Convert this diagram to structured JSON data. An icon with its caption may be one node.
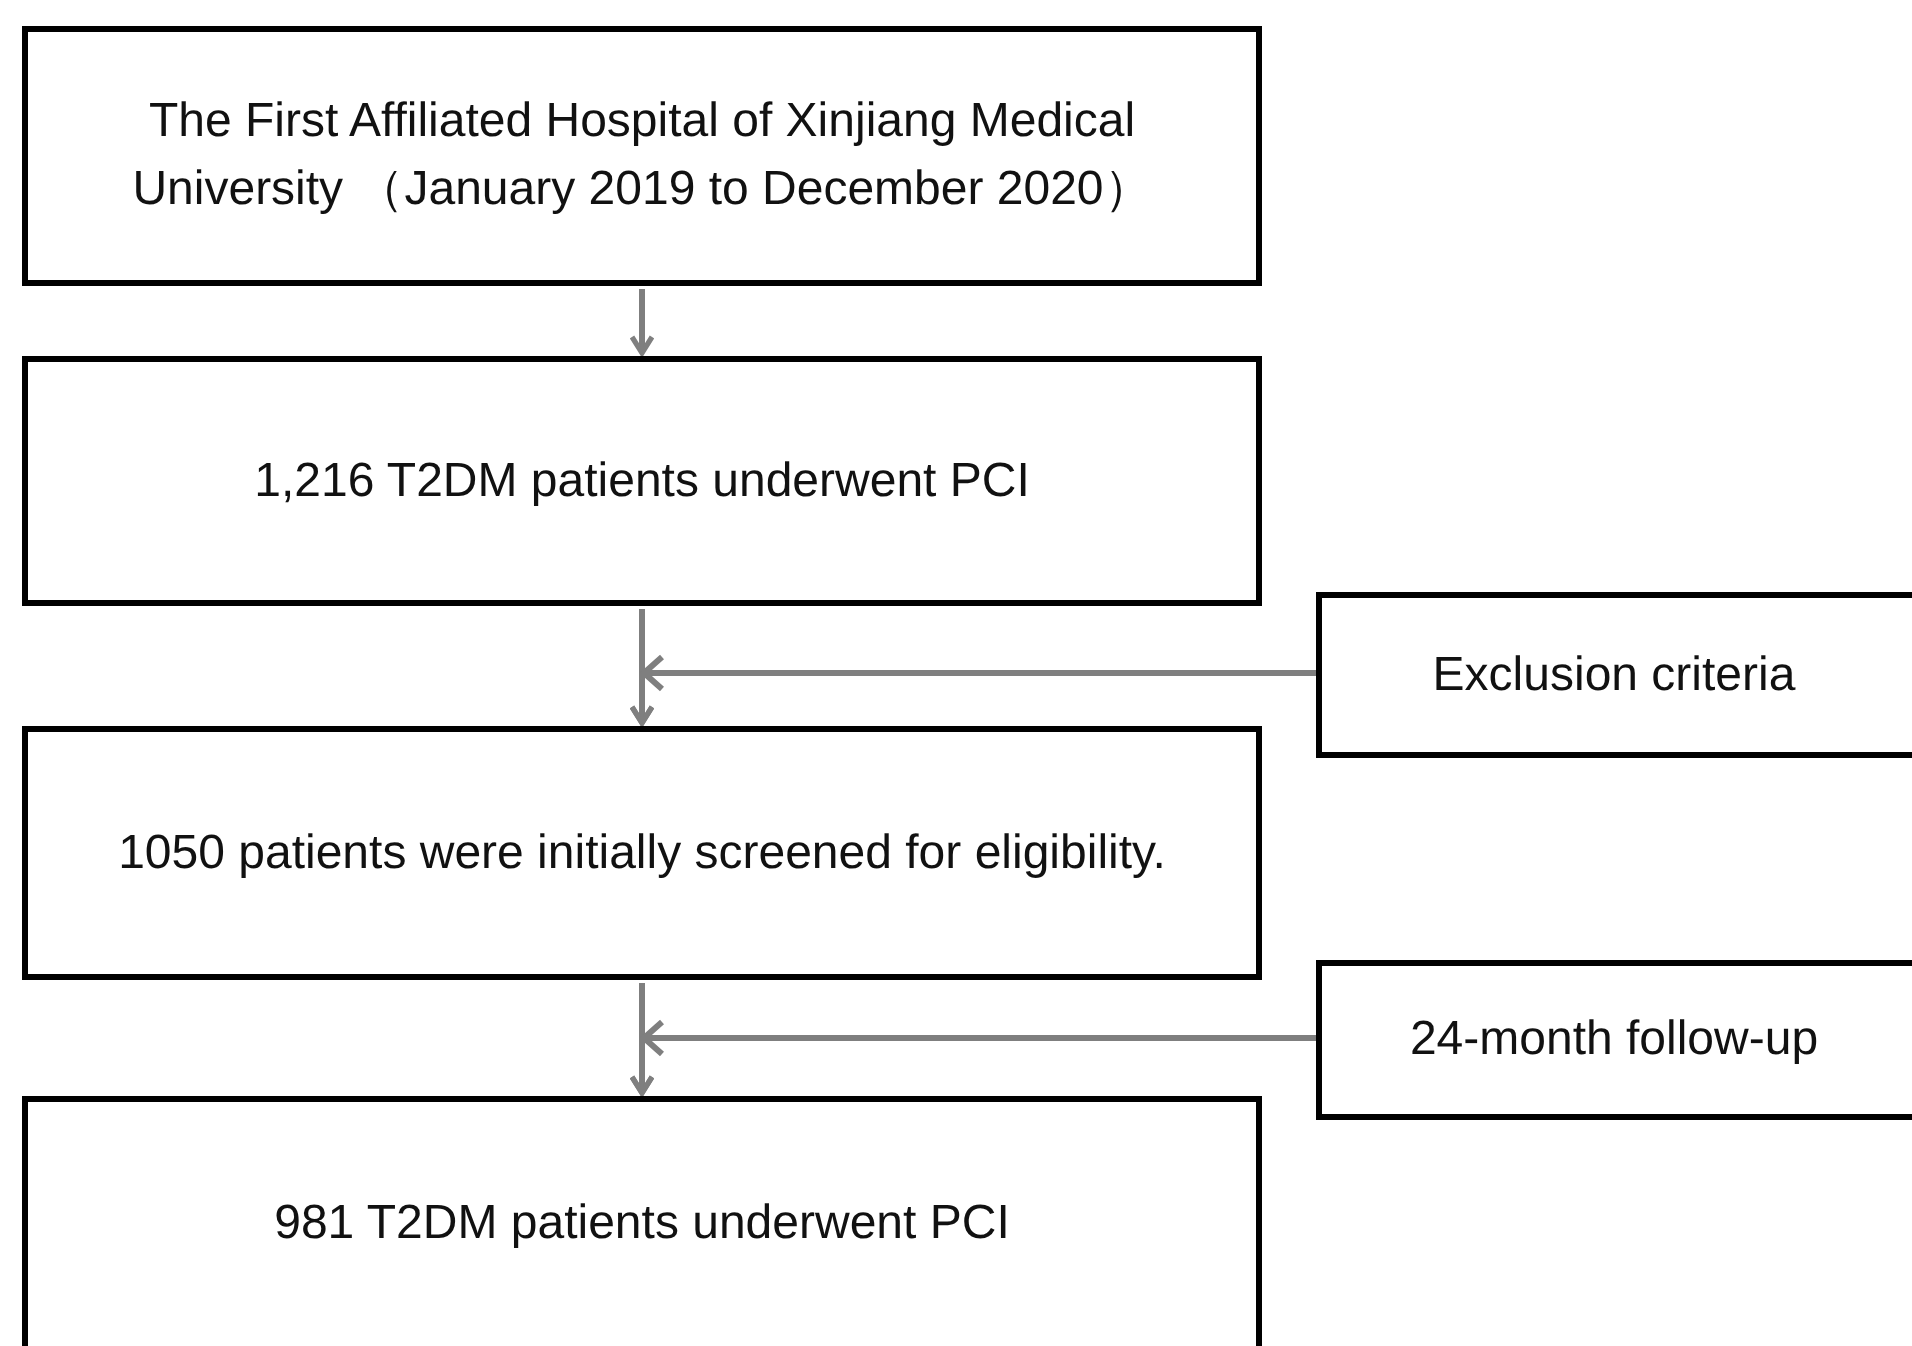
{
  "diagram": {
    "nodes": [
      {
        "text": [
          "The First Affiliated Hospital of Xinjiang Medical University （January 2019 to December 2020）"
        ]
      },
      {
        "text": [
          "1,216 T2DM patients underwent PCI"
        ]
      },
      {
        "text": [
          "Exclusion criteria"
        ]
      },
      {
        "text": [
          "1050 patients were initially screened for eligibility."
        ]
      },
      {
        "text": [
          "24-month follow-up"
        ]
      },
      {
        "text": [
          "981 T2DM patients underwent PCI"
        ]
      }
    ],
    "edges": [
      {
        "from": 0,
        "to": 1,
        "arrow": "to"
      },
      {
        "from": 1,
        "to": 3,
        "arrow": "to"
      },
      {
        "from": 2,
        "to": 3,
        "arrow": "to"
      },
      {
        "from": 3,
        "to": 5,
        "arrow": "to"
      },
      {
        "from": 4,
        "to": 5,
        "arrow": "to"
      }
    ]
  }
}
